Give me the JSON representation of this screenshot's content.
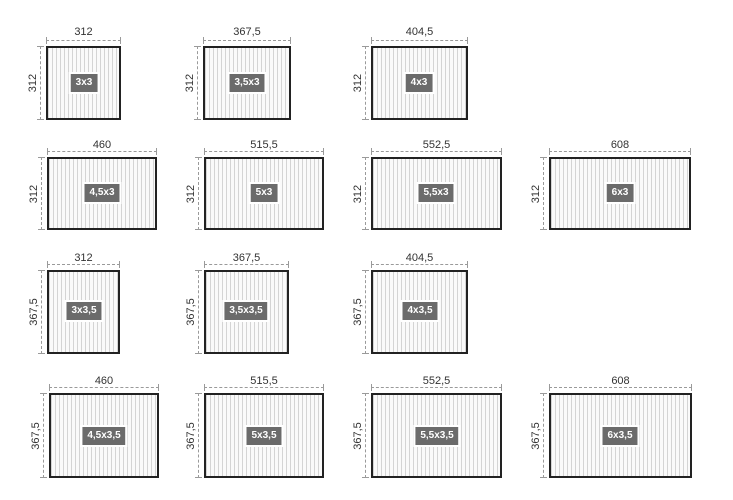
{
  "plans": [
    {
      "width_label": "312",
      "depth_label": "312",
      "size": "3x3"
    },
    {
      "width_label": "367,5",
      "depth_label": "312",
      "size": "3,5x3"
    },
    {
      "width_label": "404,5",
      "depth_label": "312",
      "size": "4x3"
    },
    {
      "width_label": "460",
      "depth_label": "312",
      "size": "4,5x3"
    },
    {
      "width_label": "515,5",
      "depth_label": "312",
      "size": "5x3"
    },
    {
      "width_label": "552,5",
      "depth_label": "312",
      "size": "5,5x3"
    },
    {
      "width_label": "608",
      "depth_label": "312",
      "size": "6x3"
    },
    {
      "width_label": "312",
      "depth_label": "367,5",
      "size": "3x3,5"
    },
    {
      "width_label": "367,5",
      "depth_label": "367,5",
      "size": "3,5x3,5"
    },
    {
      "width_label": "404,5",
      "depth_label": "367,5",
      "size": "4x3,5"
    },
    {
      "width_label": "460",
      "depth_label": "367,5",
      "size": "4,5x3,5"
    },
    {
      "width_label": "515,5",
      "depth_label": "367,5",
      "size": "5x3,5"
    },
    {
      "width_label": "552,5",
      "depth_label": "367,5",
      "size": "5,5x3,5"
    },
    {
      "width_label": "608",
      "depth_label": "367,5",
      "size": "6x3,5"
    }
  ],
  "colors": {
    "badge": "#6b6b6b",
    "outline": "#222222",
    "dimension": "#9a9a9a"
  }
}
